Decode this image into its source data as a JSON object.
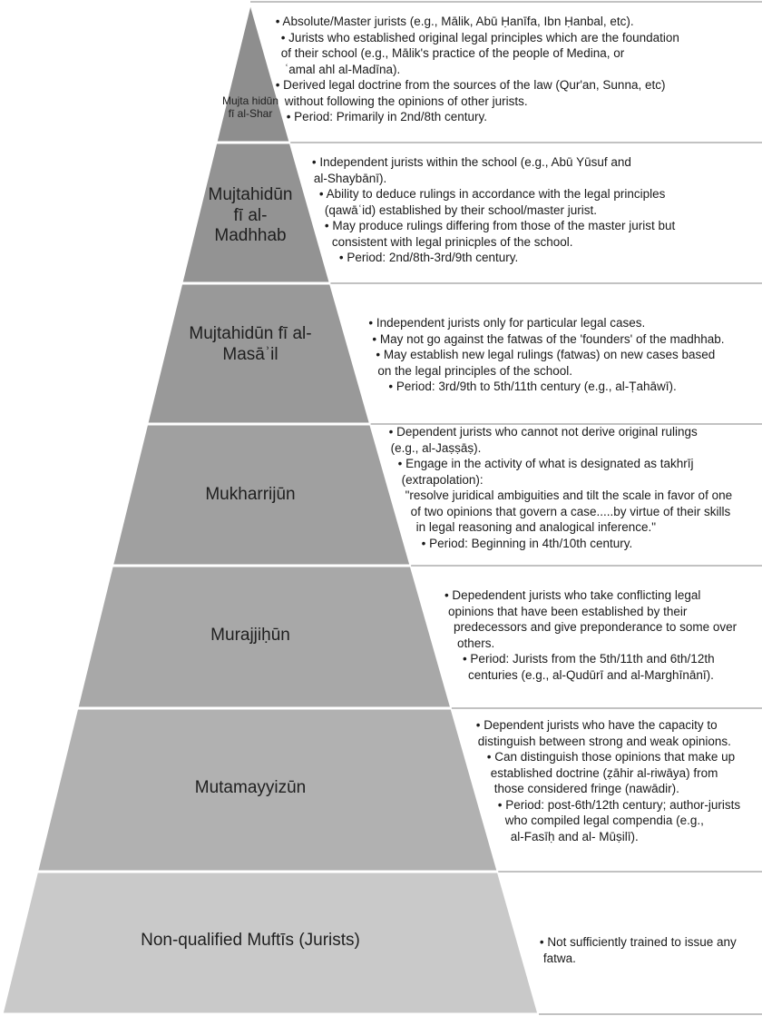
{
  "colors": {
    "tier_fills": [
      "#8e8e8e",
      "#939393",
      "#999999",
      "#a0a0a0",
      "#a8a8a8",
      "#b1b1b1",
      "#c9c9c9"
    ],
    "divider": "#c2c2c2",
    "text": "#1a1a1a"
  },
  "tiers": [
    {
      "label_lines": [
        "Mujta hidūn",
        "fī al-Shar"
      ],
      "lines": [
        {
          "text": "• Absolute/Master jurists (e.g., Mālik, Abū Ḥanīfa, Ibn Ḥanbal, etc)."
        },
        {
          "text": "• Jurists who established original legal principles which are the foundation"
        },
        {
          "text": "of their school (e.g., Mālik's practice of the people of Medina, or"
        },
        {
          "text": "ʿamal ahl al-Madīna)."
        },
        {
          "text": "• Derived legal doctrine from the sources of the law (Qur'an, Sunna, etc)"
        },
        {
          "text": "without following the opinions of other jurists."
        },
        {
          "text": "• Period: Primarily in 2nd/8th century."
        }
      ]
    },
    {
      "label_lines": [
        "Mujtahidūn",
        "fī al-",
        "Madhhab"
      ],
      "lines": [
        {
          "text": "• Independent jurists within the school (e.g., Abū Yūsuf and"
        },
        {
          "text": "al-Shaybānī)."
        },
        {
          "text": "• Ability to deduce rulings in accordance with the legal principles"
        },
        {
          "text": "(qawāʿid) established by their school/master jurist."
        },
        {
          "text": "• May produce rulings differing from those of the master jurist but"
        },
        {
          "text": "consistent with legal prinicples of the school."
        },
        {
          "text": "• Period: 2nd/8th-3rd/9th century."
        }
      ]
    },
    {
      "label_lines": [
        "Mujtahidūn fī al-",
        "Masāʾil"
      ],
      "lines": [
        {
          "text": "• Independent jurists only for particular legal cases."
        },
        {
          "text": "• May not go against the fatwas of the 'founders' of the madhhab."
        },
        {
          "text": "• May establish new legal rulings (fatwas) on new cases based"
        },
        {
          "text": "on the legal principles of the school."
        },
        {
          "text": "• Period: 3rd/9th to 5th/11th century (e.g., al-Ṭahāwī)."
        }
      ]
    },
    {
      "label_lines": [
        "Mukharrijūn"
      ],
      "lines": [
        {
          "text": "• Dependent jurists who cannot not derive original rulings"
        },
        {
          "text": "(e.g., al-Jaṣṣāṣ)."
        },
        {
          "text": "• Engage in the activity of what is designated as takhrīj"
        },
        {
          "text": "(extrapolation):"
        },
        {
          "text": "\"resolve juridical ambiguities and tilt the scale in favor of one"
        },
        {
          "text": "of two opinions that govern a case.....by virtue of their skills"
        },
        {
          "text": "in legal reasoning and analogical inference.\""
        },
        {
          "text": "• Period: Beginning in 4th/10th century."
        }
      ]
    },
    {
      "label_lines": [
        "Murajjiḥūn"
      ],
      "lines": [
        {
          "text": "• Depedendent jurists who take conflicting legal"
        },
        {
          "text": "opinions that have been established by their"
        },
        {
          "text": "predecessors and give preponderance to some over"
        },
        {
          "text": "others."
        },
        {
          "text": "• Period: Jurists from the 5th/11th and 6th/12th"
        },
        {
          "text": "centuries (e.g., al-Qudūrī and al-Marghīnānī)."
        }
      ]
    },
    {
      "label_lines": [
        "Mutamayyizūn"
      ],
      "lines": [
        {
          "text": "• Dependent jurists who have the capacity to"
        },
        {
          "text": "distinguish between strong and weak opinions."
        },
        {
          "text": "• Can distinguish those opinions that make up"
        },
        {
          "text": "established doctrine (ẓāhir al-riwāya) from"
        },
        {
          "text": "those considered fringe (nawādir)."
        },
        {
          "text": "• Period: post-6th/12th century; author-jurists"
        },
        {
          "text": "who compiled legal compendia (e.g.,"
        },
        {
          "text": "al-Fasīḥ and al- Mūṣilī)."
        }
      ]
    },
    {
      "label_lines": [
        "Non-qualified Muftīs (Jurists)"
      ],
      "lines": [
        {
          "text": "• Not sufficiently trained to issue any"
        },
        {
          "text": "fatwa."
        }
      ]
    }
  ]
}
